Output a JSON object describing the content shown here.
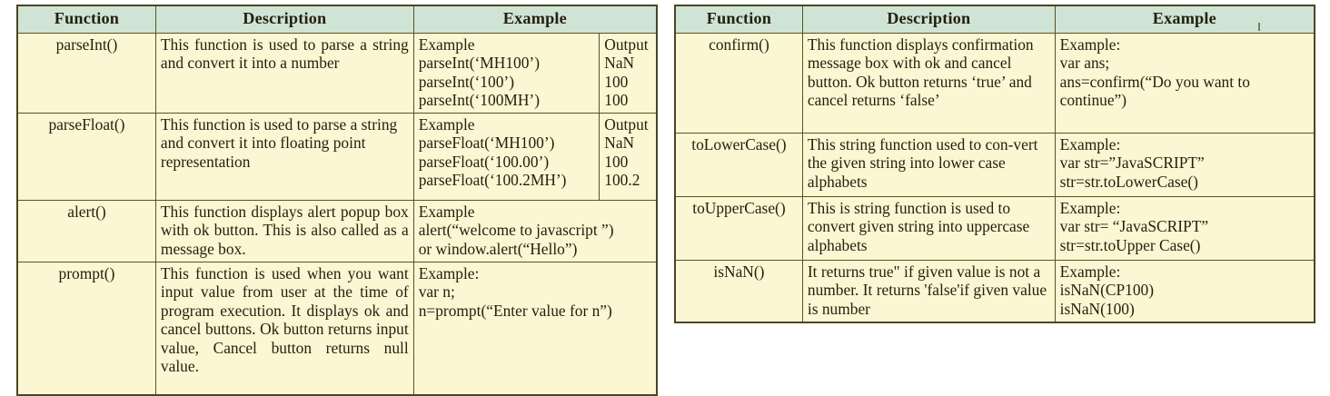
{
  "document": {
    "type": "two-column-reference-table",
    "subject": "JavaScript built-in functions",
    "colors": {
      "header_background": "#cfe4d4",
      "body_background": "#fbf7d2",
      "border": "#585326",
      "text": "#231f10",
      "page_background": "#ffffff"
    }
  },
  "left_table": {
    "headers": {
      "function": "Function",
      "description": "Description",
      "example": "Example"
    },
    "rows": [
      {
        "function": "parseInt()",
        "description": "This function is used to parse a string and convert it into a number",
        "example": "Example\nparseInt(‘MH100’)\nparseInt(‘100’)\nparseInt(‘100MH’)",
        "output": "Output\nNaN\n100\n100",
        "has_output_column": true
      },
      {
        "function": "parseFloat()",
        "description": "This function is used to parse a string and convert it into floating point representation",
        "example": "Example\nparseFloat(‘MH100’)\nparseFloat(‘100.00’)\nparseFloat(‘100.2MH’)",
        "output": "Output\nNaN\n100\n100.2",
        "has_output_column": true
      },
      {
        "function": "alert()",
        "description": "This function displays alert popup box with ok button. This is also called as a message box.",
        "example": "Example\nalert(“welcome to javascript ”)\nor window.alert(“Hello”)",
        "output": "",
        "has_output_column": false
      },
      {
        "function": "prompt()",
        "description": "This function is used when you want input value from user at the time of program execution. It displays ok and cancel buttons. Ok button returns input value, Cancel button returns null value.",
        "example": "Example:\nvar n;\nn=prompt(“Enter value for n”)",
        "output": "",
        "has_output_column": false
      }
    ]
  },
  "right_table": {
    "headers": {
      "function": "Function",
      "description": "Description",
      "example": "Example"
    },
    "rows": [
      {
        "function": "confirm()",
        "description": "This function displays confirmation message box with ok and cancel button. Ok button returns ‘true’ and cancel returns ‘false’",
        "example": "Example:\nvar ans;\nans=confirm(“Do you want to continue”)"
      },
      {
        "function": "toLowerCase()",
        "description": "This string function used to con-vert the given string into lower case alphabets",
        "example": "Example:\nvar str=”JavaSCRIPT”\nstr=str.toLowerCase()"
      },
      {
        "function": "toUpperCase()",
        "description": "This is string function is used to convert given string into uppercase alphabets",
        "example": "Example:\nvar str= “JavaSCRIPT”\nstr=str.toUpper Case()"
      },
      {
        "function": "isNaN()",
        "description": "It returns true\" if given value is not a number. It returns 'false'if given value is number",
        "example": "Example:\nisNaN(CP100)\nisNaN(100)"
      }
    ]
  }
}
